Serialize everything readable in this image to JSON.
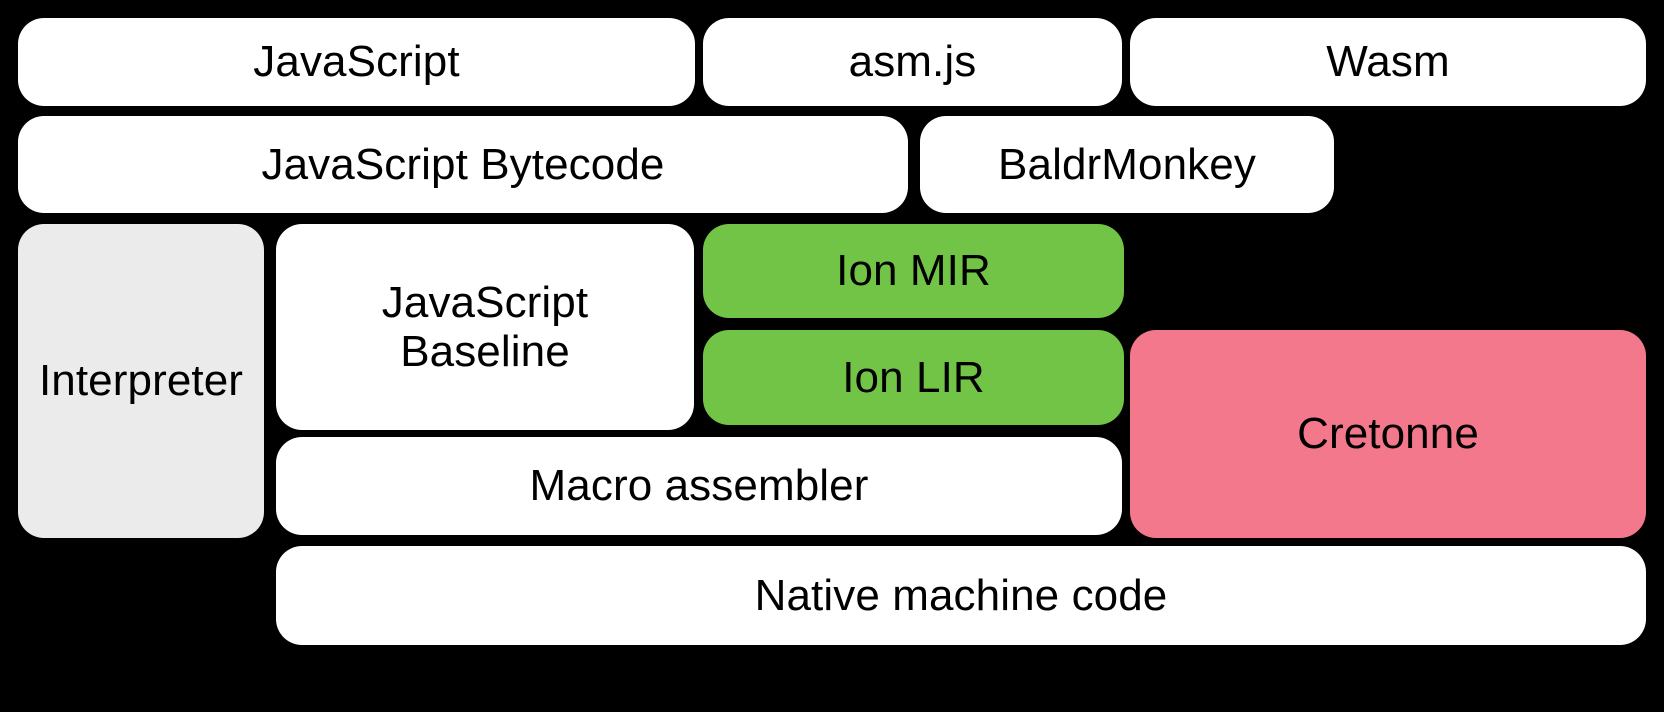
{
  "diagram": {
    "title": "SpiderMonkey compilation pipeline",
    "background_color": "#000000",
    "palette": {
      "white": "#ffffff",
      "gray": "#ebebeb",
      "green": "#72c446",
      "pink": "#f4788c",
      "text": "#000000"
    }
  },
  "rows": [
    {
      "name": "source-languages",
      "boxes": [
        {
          "id": "javascript",
          "label": "JavaScript",
          "fill": "#ffffff"
        },
        {
          "id": "asmjs",
          "label": "asm.js",
          "fill": "#ffffff"
        },
        {
          "id": "wasm",
          "label": "Wasm",
          "fill": "#ffffff"
        }
      ]
    },
    {
      "name": "front-end-representations",
      "boxes": [
        {
          "id": "js-bytecode",
          "label": "JavaScript Bytecode",
          "fill": "#ffffff"
        },
        {
          "id": "baldrmonkey",
          "label": "BaldrMonkey",
          "fill": "#ffffff"
        }
      ]
    },
    {
      "name": "execution-tiers",
      "boxes": [
        {
          "id": "interpreter",
          "label": "Interpreter",
          "fill": "#ebebeb"
        },
        {
          "id": "js-baseline",
          "label": "JavaScript\nBaseline",
          "fill": "#ffffff"
        },
        {
          "id": "ion-mir",
          "label": "Ion MIR",
          "fill": "#72c446"
        },
        {
          "id": "ion-lir",
          "label": "Ion LIR",
          "fill": "#72c446"
        },
        {
          "id": "cretonne",
          "label": "Cretonne",
          "fill": "#f4788c"
        },
        {
          "id": "macro-assembler",
          "label": "Macro assembler",
          "fill": "#ffffff"
        }
      ]
    },
    {
      "name": "output",
      "boxes": [
        {
          "id": "native-machine-code",
          "label": "Native machine code",
          "fill": "#ffffff"
        }
      ]
    }
  ],
  "labels": {
    "javascript": "JavaScript",
    "asmjs": "asm.js",
    "wasm": "Wasm",
    "js_bytecode": "JavaScript Bytecode",
    "baldrmonkey": "BaldrMonkey",
    "interpreter": "Interpreter",
    "js_baseline": "JavaScript\nBaseline",
    "ion_mir": "Ion MIR",
    "ion_lir": "Ion LIR",
    "cretonne": "Cretonne",
    "macro_assembler": "Macro assembler",
    "native_machine_code": "Native machine code"
  }
}
